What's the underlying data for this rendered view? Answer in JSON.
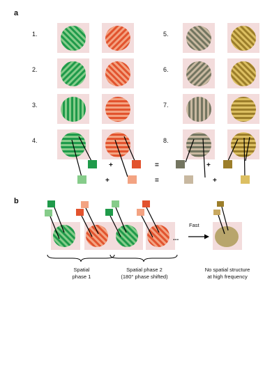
{
  "panel_a": {
    "letter": "a",
    "rows": [
      "1.",
      "2.",
      "3.",
      "4.",
      "5.",
      "6.",
      "7.",
      "8."
    ],
    "operators": {
      "top": [
        "+",
        "=",
        "+"
      ],
      "bottom": [
        "+",
        "=",
        "+"
      ]
    }
  },
  "panel_b": {
    "letter": "b",
    "ellipsis": "...",
    "fast_label": "Fast",
    "caption_1": [
      "Spatial",
      "phase 1"
    ],
    "caption_2": [
      "Spatial phase 2",
      "(180° phase shifted)"
    ],
    "caption_3": [
      "No spatial structure",
      "at high frequency"
    ]
  },
  "colors": {
    "background_tile": "#f3dcdc",
    "green_dark": "#1f9a4a",
    "green_light": "#86cc8a",
    "red_dark": "#e2532e",
    "red_light": "#f3a382",
    "gray_dark": "#737560",
    "gray_light": "#c8b8a0",
    "gold_dark": "#9c7e2a",
    "gold_light": "#dcbf62",
    "fused": "#b8a56c"
  }
}
